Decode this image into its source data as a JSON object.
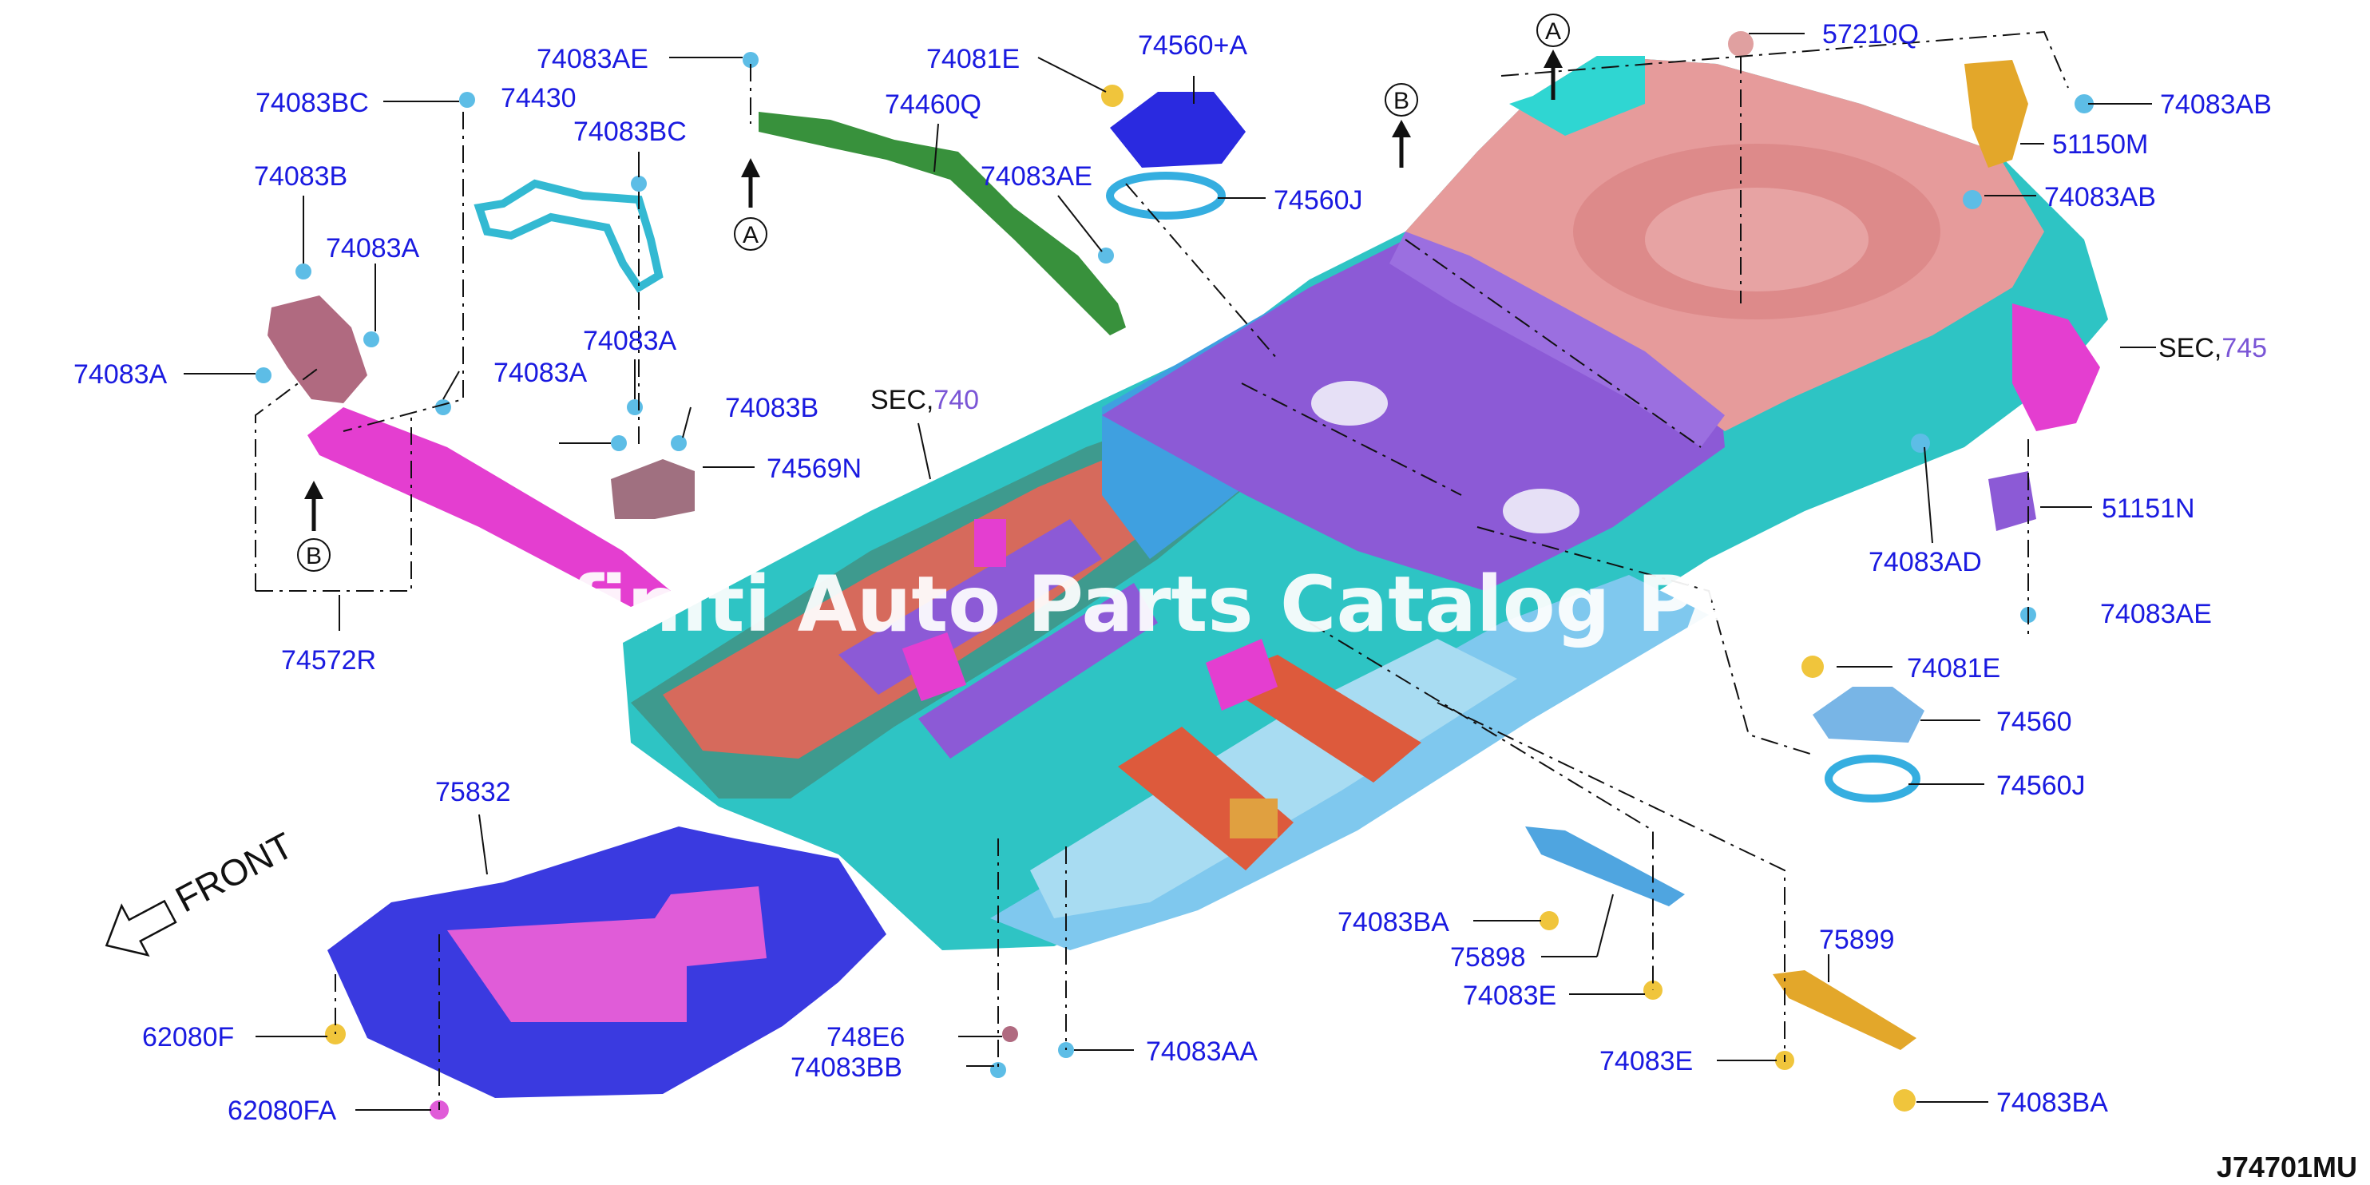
{
  "diagram": {
    "code": "J74701MU",
    "watermark": "Infiniti Auto Parts Catalog PARTS",
    "front_label": "FRONT",
    "sec_labels": [
      {
        "prefix": "SEC,",
        "number": "740"
      },
      {
        "prefix": "SEC,",
        "number": "745"
      }
    ],
    "view_markers": [
      "A",
      "B",
      "A",
      "B"
    ],
    "part_labels": [
      "74083AE",
      "74081E",
      "74560+A",
      "57210Q",
      "74083AB",
      "74083BC",
      "74430",
      "74460Q",
      "51150M",
      "74083BC",
      "74083B",
      "74083AE",
      "74560J",
      "74083AB",
      "74083A",
      "74083A",
      "74083A",
      "74083B",
      "74083A",
      "74569N",
      "74572R",
      "51151N",
      "74083AD",
      "74083AE",
      "74081E",
      "74560",
      "74560J",
      "75832",
      "74083BA",
      "75898",
      "74083E",
      "75899",
      "62080F",
      "748E6",
      "74083AA",
      "74083BB",
      "74083E",
      "62080FA",
      "74083BA"
    ]
  }
}
